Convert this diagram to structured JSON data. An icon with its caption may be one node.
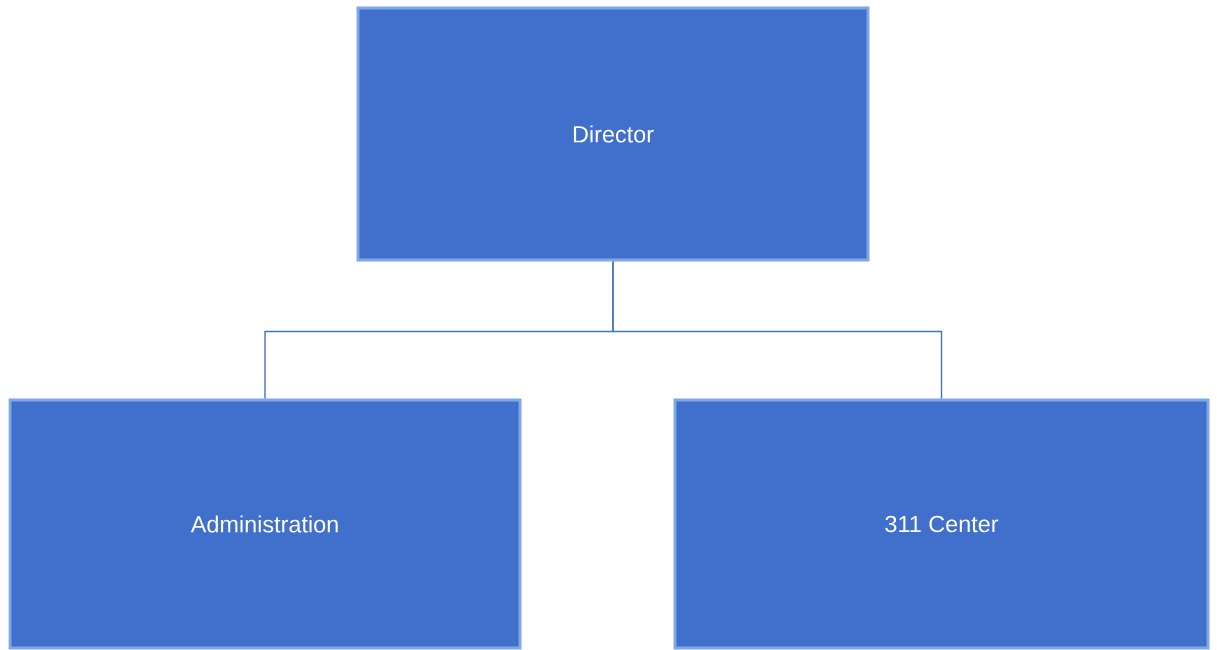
{
  "diagram": {
    "nodes": [
      {
        "text": [
          "Director"
        ]
      },
      {
        "text": [
          "Administration"
        ]
      },
      {
        "text": [
          "311 Center"
        ]
      }
    ],
    "edges": [
      {
        "from": 0,
        "to": 1,
        "arrow": "none"
      },
      {
        "from": 0,
        "to": 2,
        "arrow": "none"
      }
    ]
  }
}
